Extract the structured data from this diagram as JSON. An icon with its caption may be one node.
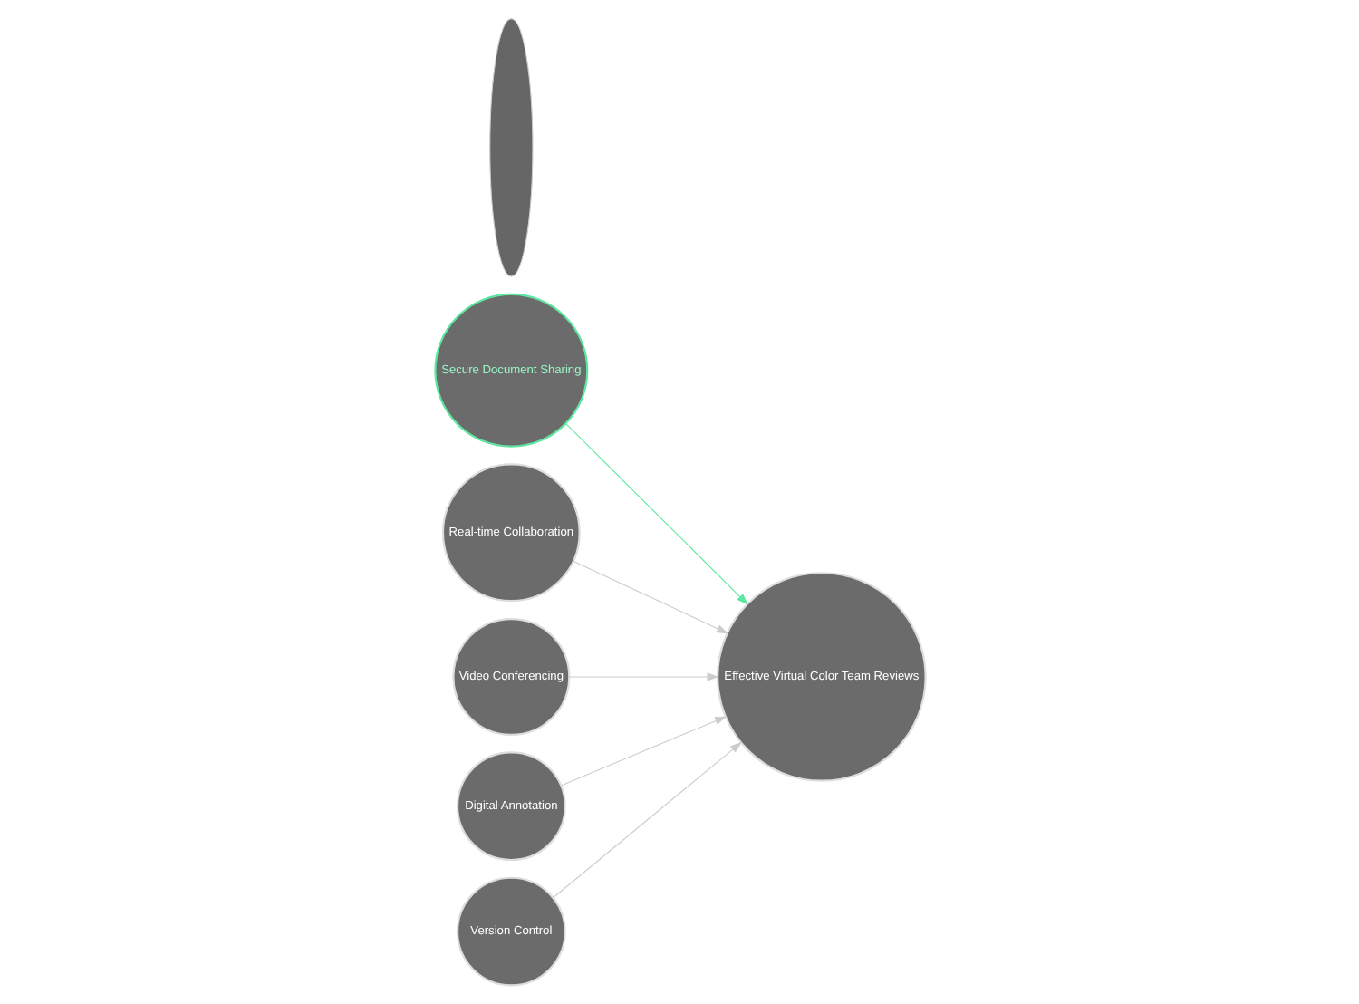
{
  "diagram": {
    "nodes": [
      {
        "text": [
          "Secure Document Sharing"
        ]
      },
      {
        "text": [
          "Real-time Collaboration"
        ]
      },
      {
        "text": [
          "Video Conferencing"
        ]
      },
      {
        "text": [
          "Digital Annotation"
        ]
      },
      {
        "text": [
          "Version Control"
        ]
      },
      {
        "text": [],
        "shape": "lens"
      },
      {
        "text": [
          "Effective Virtual Color Team Reviews"
        ]
      }
    ],
    "edges": [
      {
        "from": 0,
        "to": 6,
        "arrow": "to",
        "color": "#5ee6a0"
      },
      {
        "from": 1,
        "to": 6,
        "arrow": "to"
      },
      {
        "from": 2,
        "to": 6,
        "arrow": "to"
      },
      {
        "from": 3,
        "to": 6,
        "arrow": "to"
      },
      {
        "from": 4,
        "to": 6,
        "arrow": "to"
      }
    ]
  }
}
